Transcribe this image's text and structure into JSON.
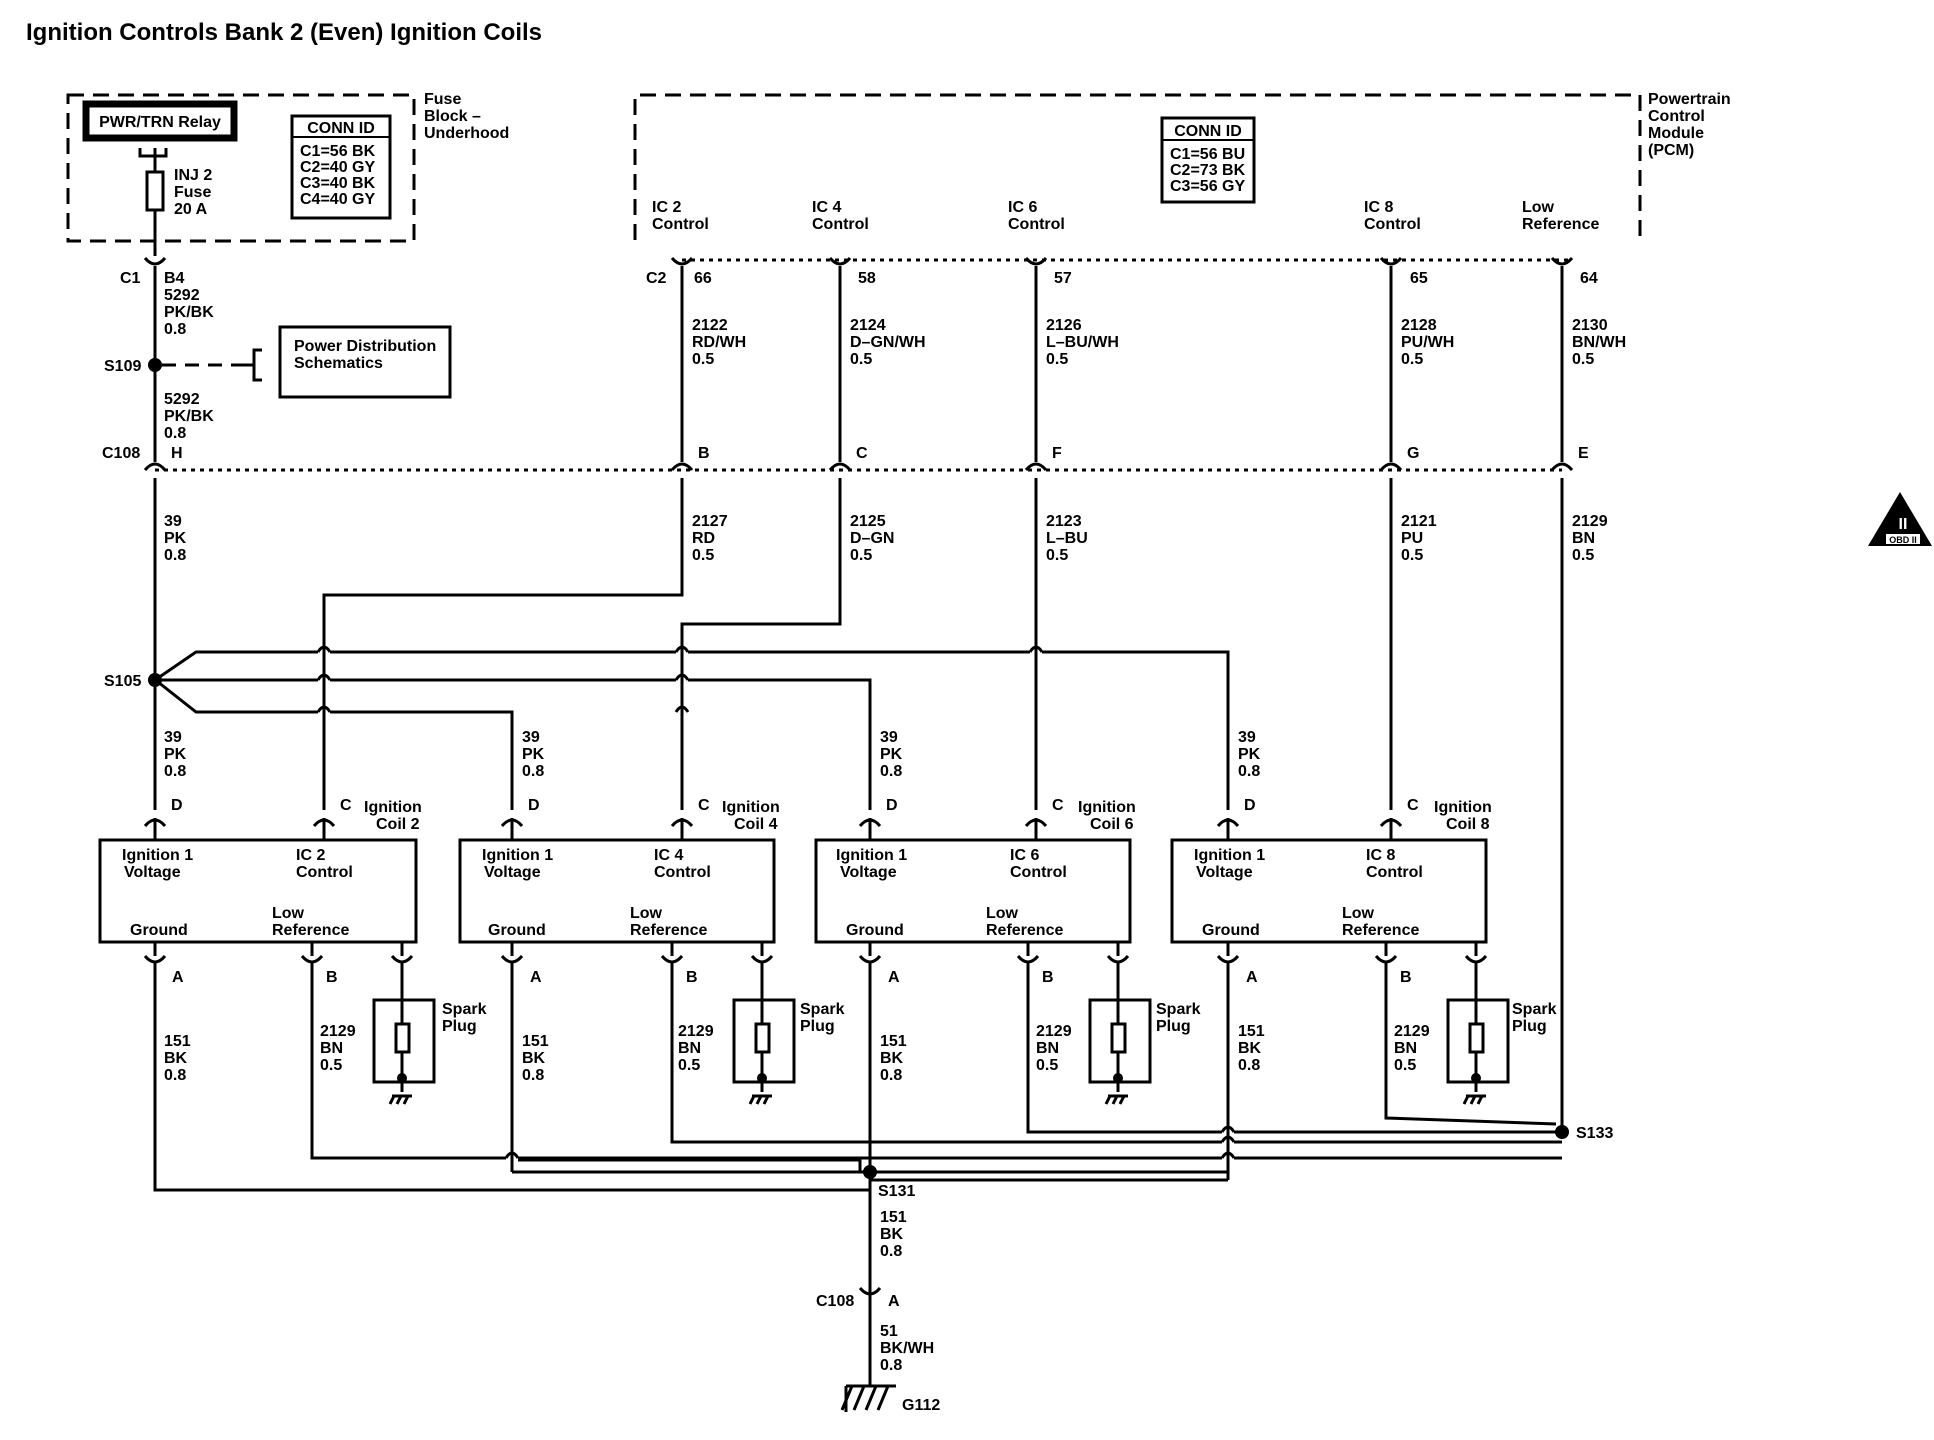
{
  "title": "Ignition Controls Bank 2 (Even) Ignition Coils",
  "fuse_block": {
    "name": [
      "Fuse",
      "Block –",
      "Underhood"
    ],
    "relay": "PWR/TRN Relay",
    "conn_id_title": "CONN ID",
    "conn_ids": [
      "C1=56 BK",
      "C2=40 GY",
      "C3=40 BK",
      "C4=40 GY"
    ],
    "fuse": [
      "INJ 2",
      "Fuse",
      "20 A"
    ],
    "connector": "C1",
    "pin": "B4"
  },
  "pcm": {
    "name": [
      "Powertrain",
      "Control",
      "Module",
      "(PCM)"
    ],
    "conn_id_title": "CONN ID",
    "conn_ids": [
      "C1=56 BU",
      "C2=73 BK",
      "C3=56 GY"
    ],
    "connector": "C2",
    "terminals": [
      {
        "label": [
          "IC 2",
          "Control"
        ],
        "pin": "66",
        "wire": [
          "2122",
          "RD/WH",
          "0.5"
        ]
      },
      {
        "label": [
          "IC 4",
          "Control"
        ],
        "pin": "58",
        "wire": [
          "2124",
          "D–GN/WH",
          "0.5"
        ]
      },
      {
        "label": [
          "IC 6",
          "Control"
        ],
        "pin": "57",
        "wire": [
          "2126",
          "L–BU/WH",
          "0.5"
        ]
      },
      {
        "label": [
          "IC 8",
          "Control"
        ],
        "pin": "65",
        "wire": [
          "2128",
          "PU/WH",
          "0.5"
        ]
      },
      {
        "label": [
          "Low",
          "Reference"
        ],
        "pin": "64",
        "wire": [
          "2130",
          "BN/WH",
          "0.5"
        ]
      }
    ]
  },
  "power_wire_upper": [
    "5292",
    "PK/BK",
    "0.8"
  ],
  "power_wire_lower": [
    "5292",
    "PK/BK",
    "0.8"
  ],
  "splice_s109": "S109",
  "power_distribution": [
    "Power Distribution",
    "Schematics"
  ],
  "c108": {
    "name": "C108",
    "pins": [
      "H",
      "B",
      "C",
      "F",
      "G",
      "E"
    ],
    "wires": [
      [
        "39",
        "PK",
        "0.8"
      ],
      [
        "2127",
        "RD",
        "0.5"
      ],
      [
        "2125",
        "D–GN",
        "0.5"
      ],
      [
        "2123",
        "L–BU",
        "0.5"
      ],
      [
        "2121",
        "PU",
        "0.5"
      ],
      [
        "2129",
        "BN",
        "0.5"
      ]
    ]
  },
  "splice_s105": "S105",
  "coil_feed_wire": [
    "39",
    "PK",
    "0.8"
  ],
  "coils": [
    {
      "name": [
        "Ignition",
        "Coil 2"
      ],
      "ic": [
        "IC 2",
        "Control"
      ]
    },
    {
      "name": [
        "Ignition",
        "Coil 4"
      ],
      "ic": [
        "IC 4",
        "Control"
      ]
    },
    {
      "name": [
        "Ignition",
        "Coil 6"
      ],
      "ic": [
        "IC 6",
        "Control"
      ]
    },
    {
      "name": [
        "Ignition",
        "Coil 8"
      ],
      "ic": [
        "IC 8",
        "Control"
      ]
    }
  ],
  "coil_terminals": {
    "voltage": [
      "Ignition 1",
      "Voltage"
    ],
    "ground": "Ground",
    "low_ref": [
      "Low",
      "Reference"
    ],
    "pin_d": "D",
    "pin_c": "C",
    "pin_a": "A",
    "pin_b": "B"
  },
  "spark_plug": [
    "Spark",
    "Plug"
  ],
  "ground_wire": [
    "151",
    "BK",
    "0.8"
  ],
  "low_ref_wire": [
    "2129",
    "BN",
    "0.5"
  ],
  "splice_s131": "S131",
  "splice_s133": "S133",
  "bottom_wire": [
    "151",
    "BK",
    "0.8"
  ],
  "c108_bottom": {
    "name": "C108",
    "pin": "A"
  },
  "final_wire": [
    "51",
    "BK/WH",
    "0.8"
  ],
  "ground_point": "G112",
  "obd_badge": [
    "II",
    "OBD II"
  ]
}
